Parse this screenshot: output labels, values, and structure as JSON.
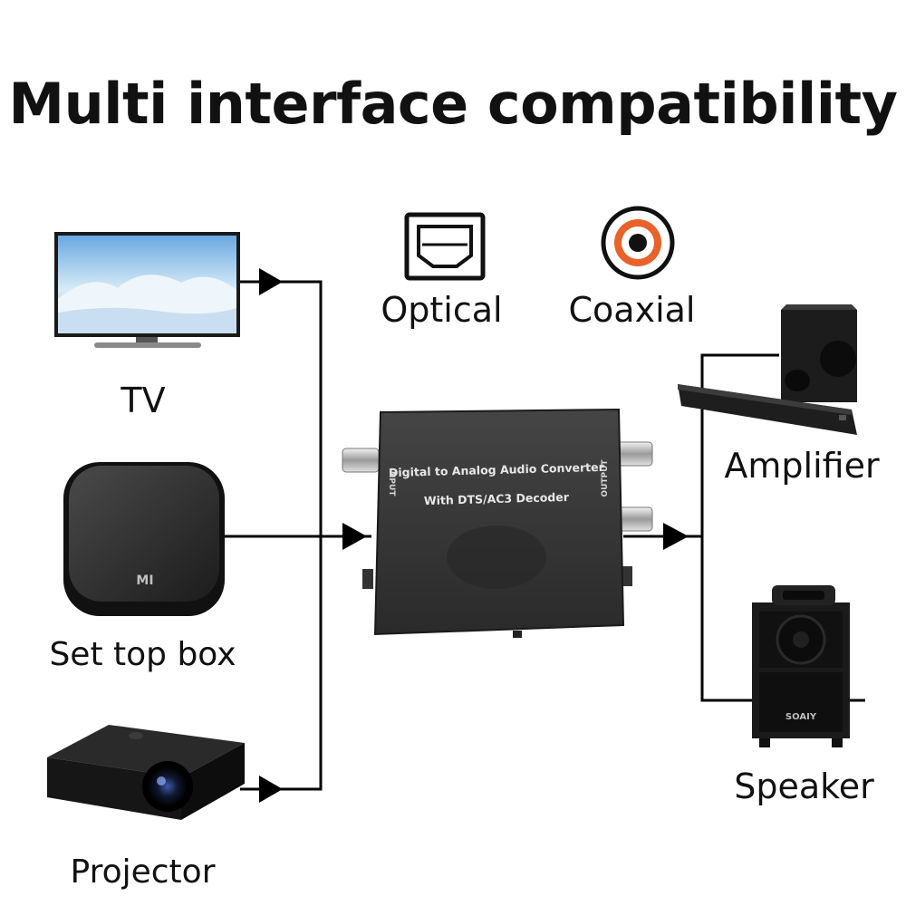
{
  "title": "Multi interface compatibility",
  "sources": [
    {
      "label": "TV",
      "icon": "tv-icon"
    },
    {
      "label": "Set top box",
      "icon": "set-top-box-icon"
    },
    {
      "label": "Projector",
      "icon": "projector-icon"
    }
  ],
  "interfaces": [
    {
      "label": "Optical",
      "icon": "optical-port-icon"
    },
    {
      "label": "Coaxial",
      "icon": "coaxial-port-icon",
      "accent": "#e8622a"
    }
  ],
  "converter": {
    "line1": "Digital to Analog Audio Converter",
    "line2": "With DTS/AC3 Decoder",
    "input_label": "INPUT",
    "output_label": "OUTPUT",
    "brand_mark": "MI"
  },
  "outputs": [
    {
      "label": "Amplifier",
      "icon": "soundbar-icon"
    },
    {
      "label": "Speaker",
      "icon": "speaker-icon",
      "brand": "SOAIY"
    }
  ]
}
